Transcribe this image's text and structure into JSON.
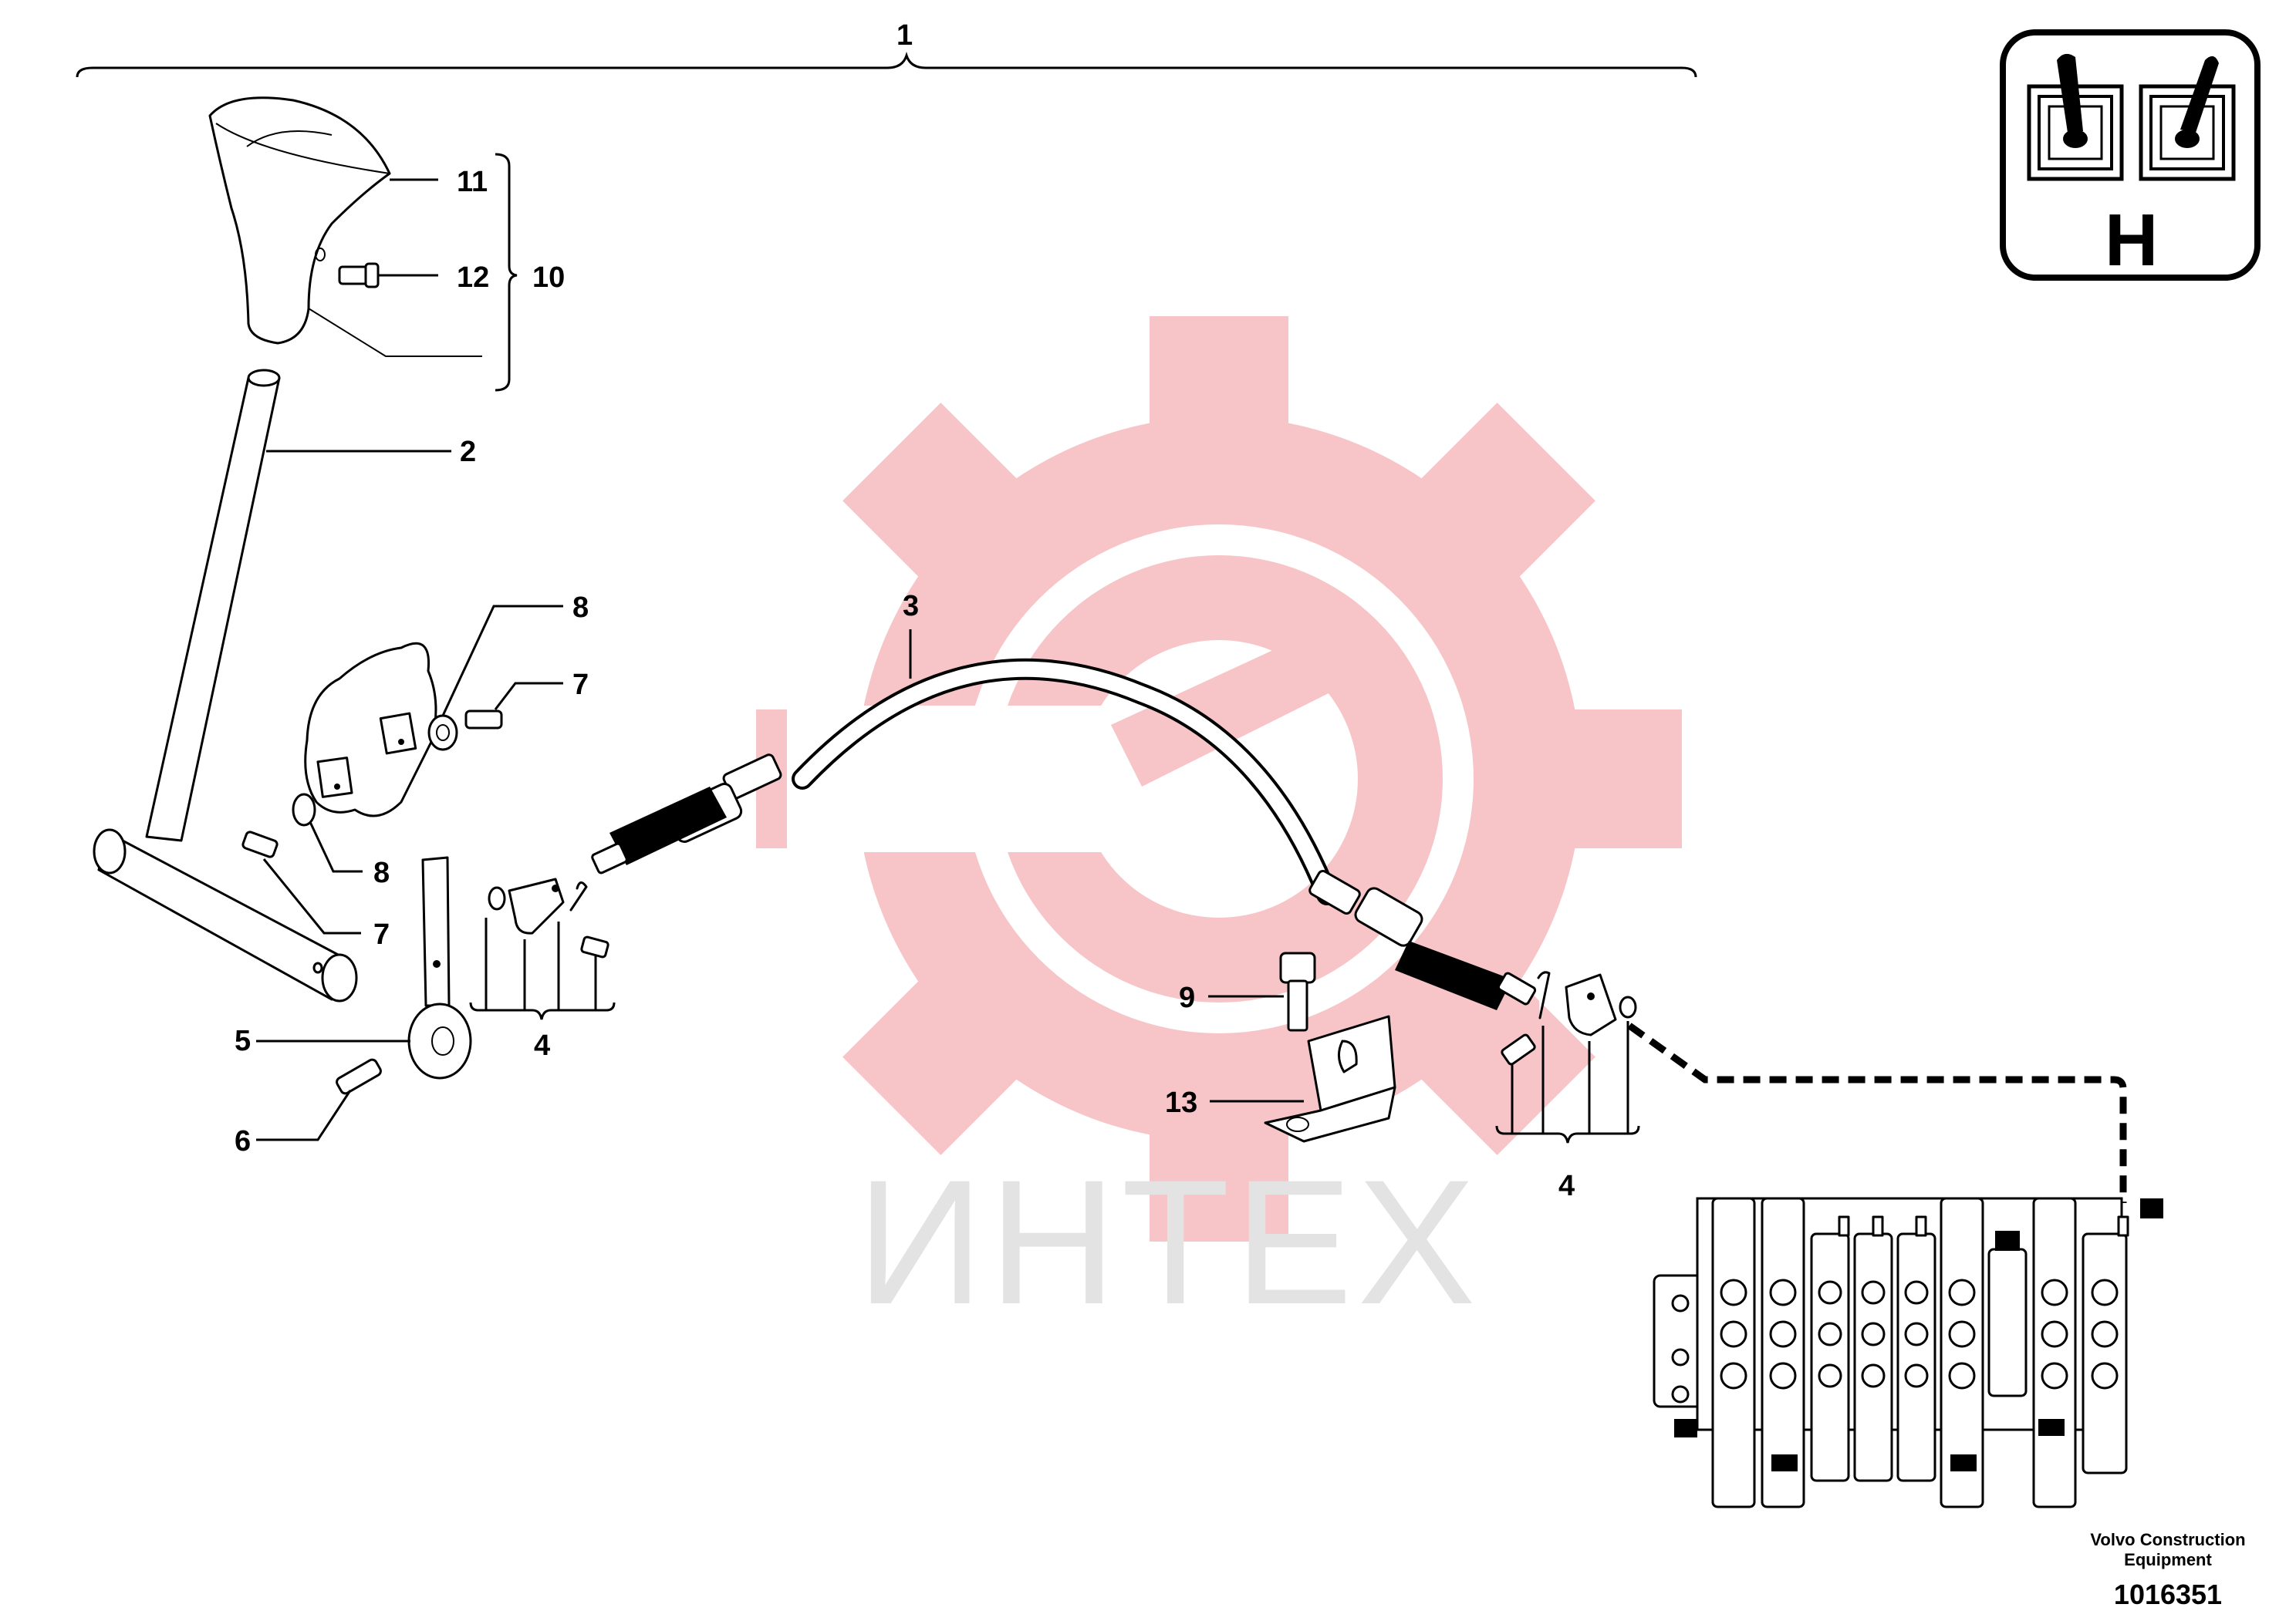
{
  "watermark": {
    "text": "ИНТЕХ",
    "color": "#f5b5b8"
  },
  "callouts": {
    "assembly": "1",
    "knob_top": "11",
    "screw": "12",
    "knob_group": "10",
    "rod": "2",
    "cable": "3",
    "nut_upper": "8",
    "setscrew_upper": "7",
    "nut_lower": "8",
    "setscrew_lower": "7",
    "lever_arm": "5",
    "pin": "6",
    "clevis_kit_left": "4",
    "clevis_kit_right": "4",
    "bolt": "9",
    "bracket": "13"
  },
  "badge": {
    "letter": "H"
  },
  "footer": {
    "credit_line1": "Volvo Construction",
    "credit_line2": "Equipment",
    "doc_number": "1016351"
  }
}
